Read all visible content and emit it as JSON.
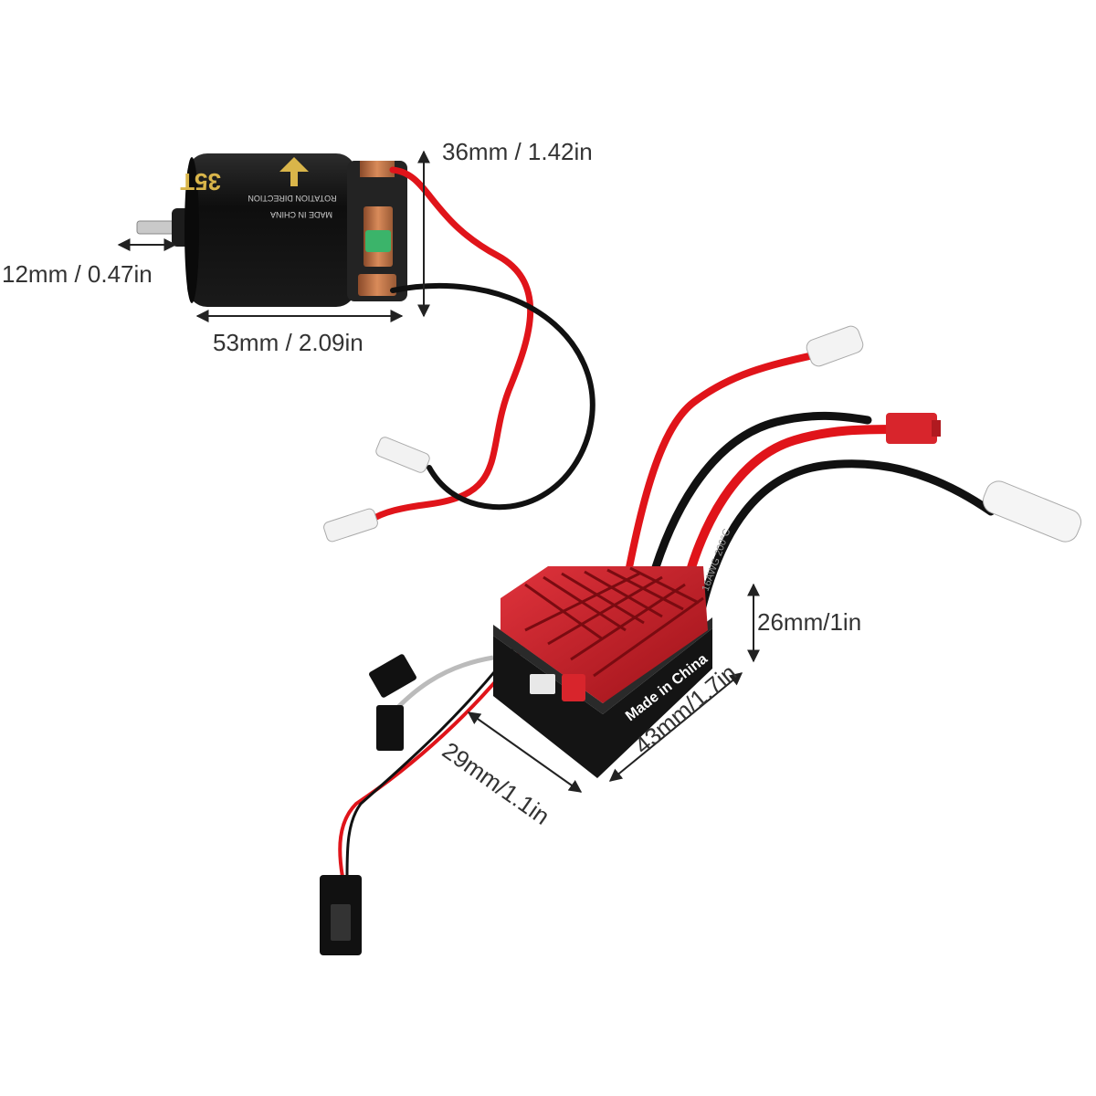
{
  "motor": {
    "label_turns": "35T",
    "label_direction": "ROTATION DIRECTION",
    "label_origin": "MADE IN CHINA"
  },
  "esc": {
    "label_origin": "Made in China",
    "wire_gauge_label": "16AWG 200°C"
  },
  "dimensions": {
    "motor_height": "36mm / 1.42in",
    "motor_shaft": "12mm / 0.47in",
    "motor_length": "53mm / 2.09in",
    "esc_height": "26mm/1in",
    "esc_length": "43mm/1.7in",
    "esc_width": "29mm/1.1in"
  },
  "colors": {
    "background": "#ffffff",
    "motor_can": "#121212",
    "heatsink": "#c8202a",
    "esc_base": "#141414",
    "wire_red": "#e0141a",
    "wire_black": "#111111",
    "label_gold": "#d9b54a",
    "dimension_text": "#333333"
  }
}
